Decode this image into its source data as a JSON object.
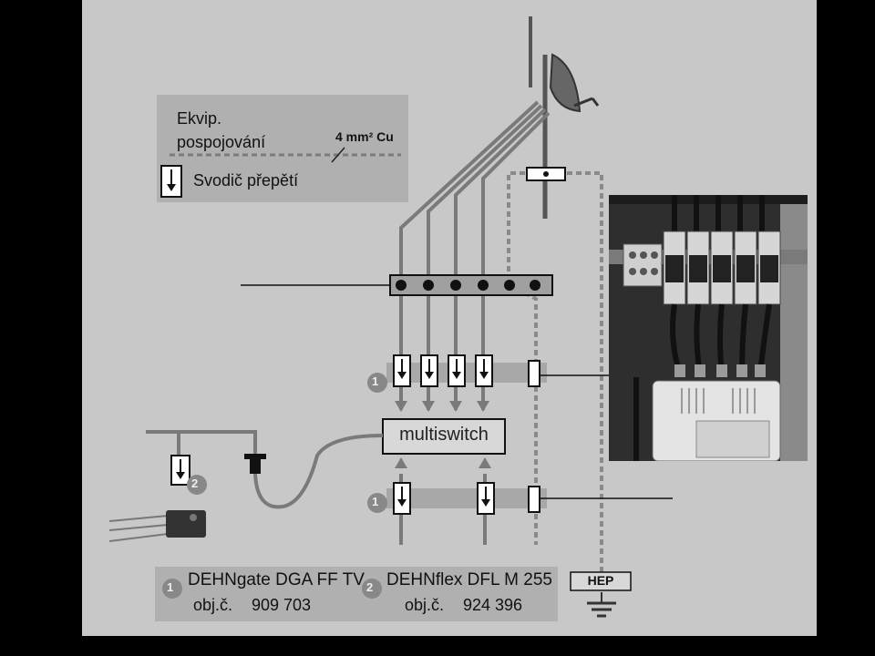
{
  "legend": {
    "bonding_line1": "Ekvip.",
    "bonding_line2": "pospojování",
    "conductor_spec": "4 mm² Cu",
    "arrester_label": "Svodič přepětí"
  },
  "diagram": {
    "multiswitch_label": "multiswitch",
    "ground_label": "HEP",
    "marker_1": "1",
    "marker_2": "2"
  },
  "products": [
    {
      "number": "1",
      "name": "DEHNgate DGA FF TV",
      "order_prefix": "obj.č.",
      "order_no": "909 703"
    },
    {
      "number": "2",
      "name": "DEHNflex DFL M 255",
      "order_prefix": "obj.č.",
      "order_no": "924 396"
    }
  ],
  "colors": {
    "background": "#c8c8c8",
    "panel": "#b0b0b0",
    "lines": "#7a7a7a",
    "outline": "#111111"
  }
}
